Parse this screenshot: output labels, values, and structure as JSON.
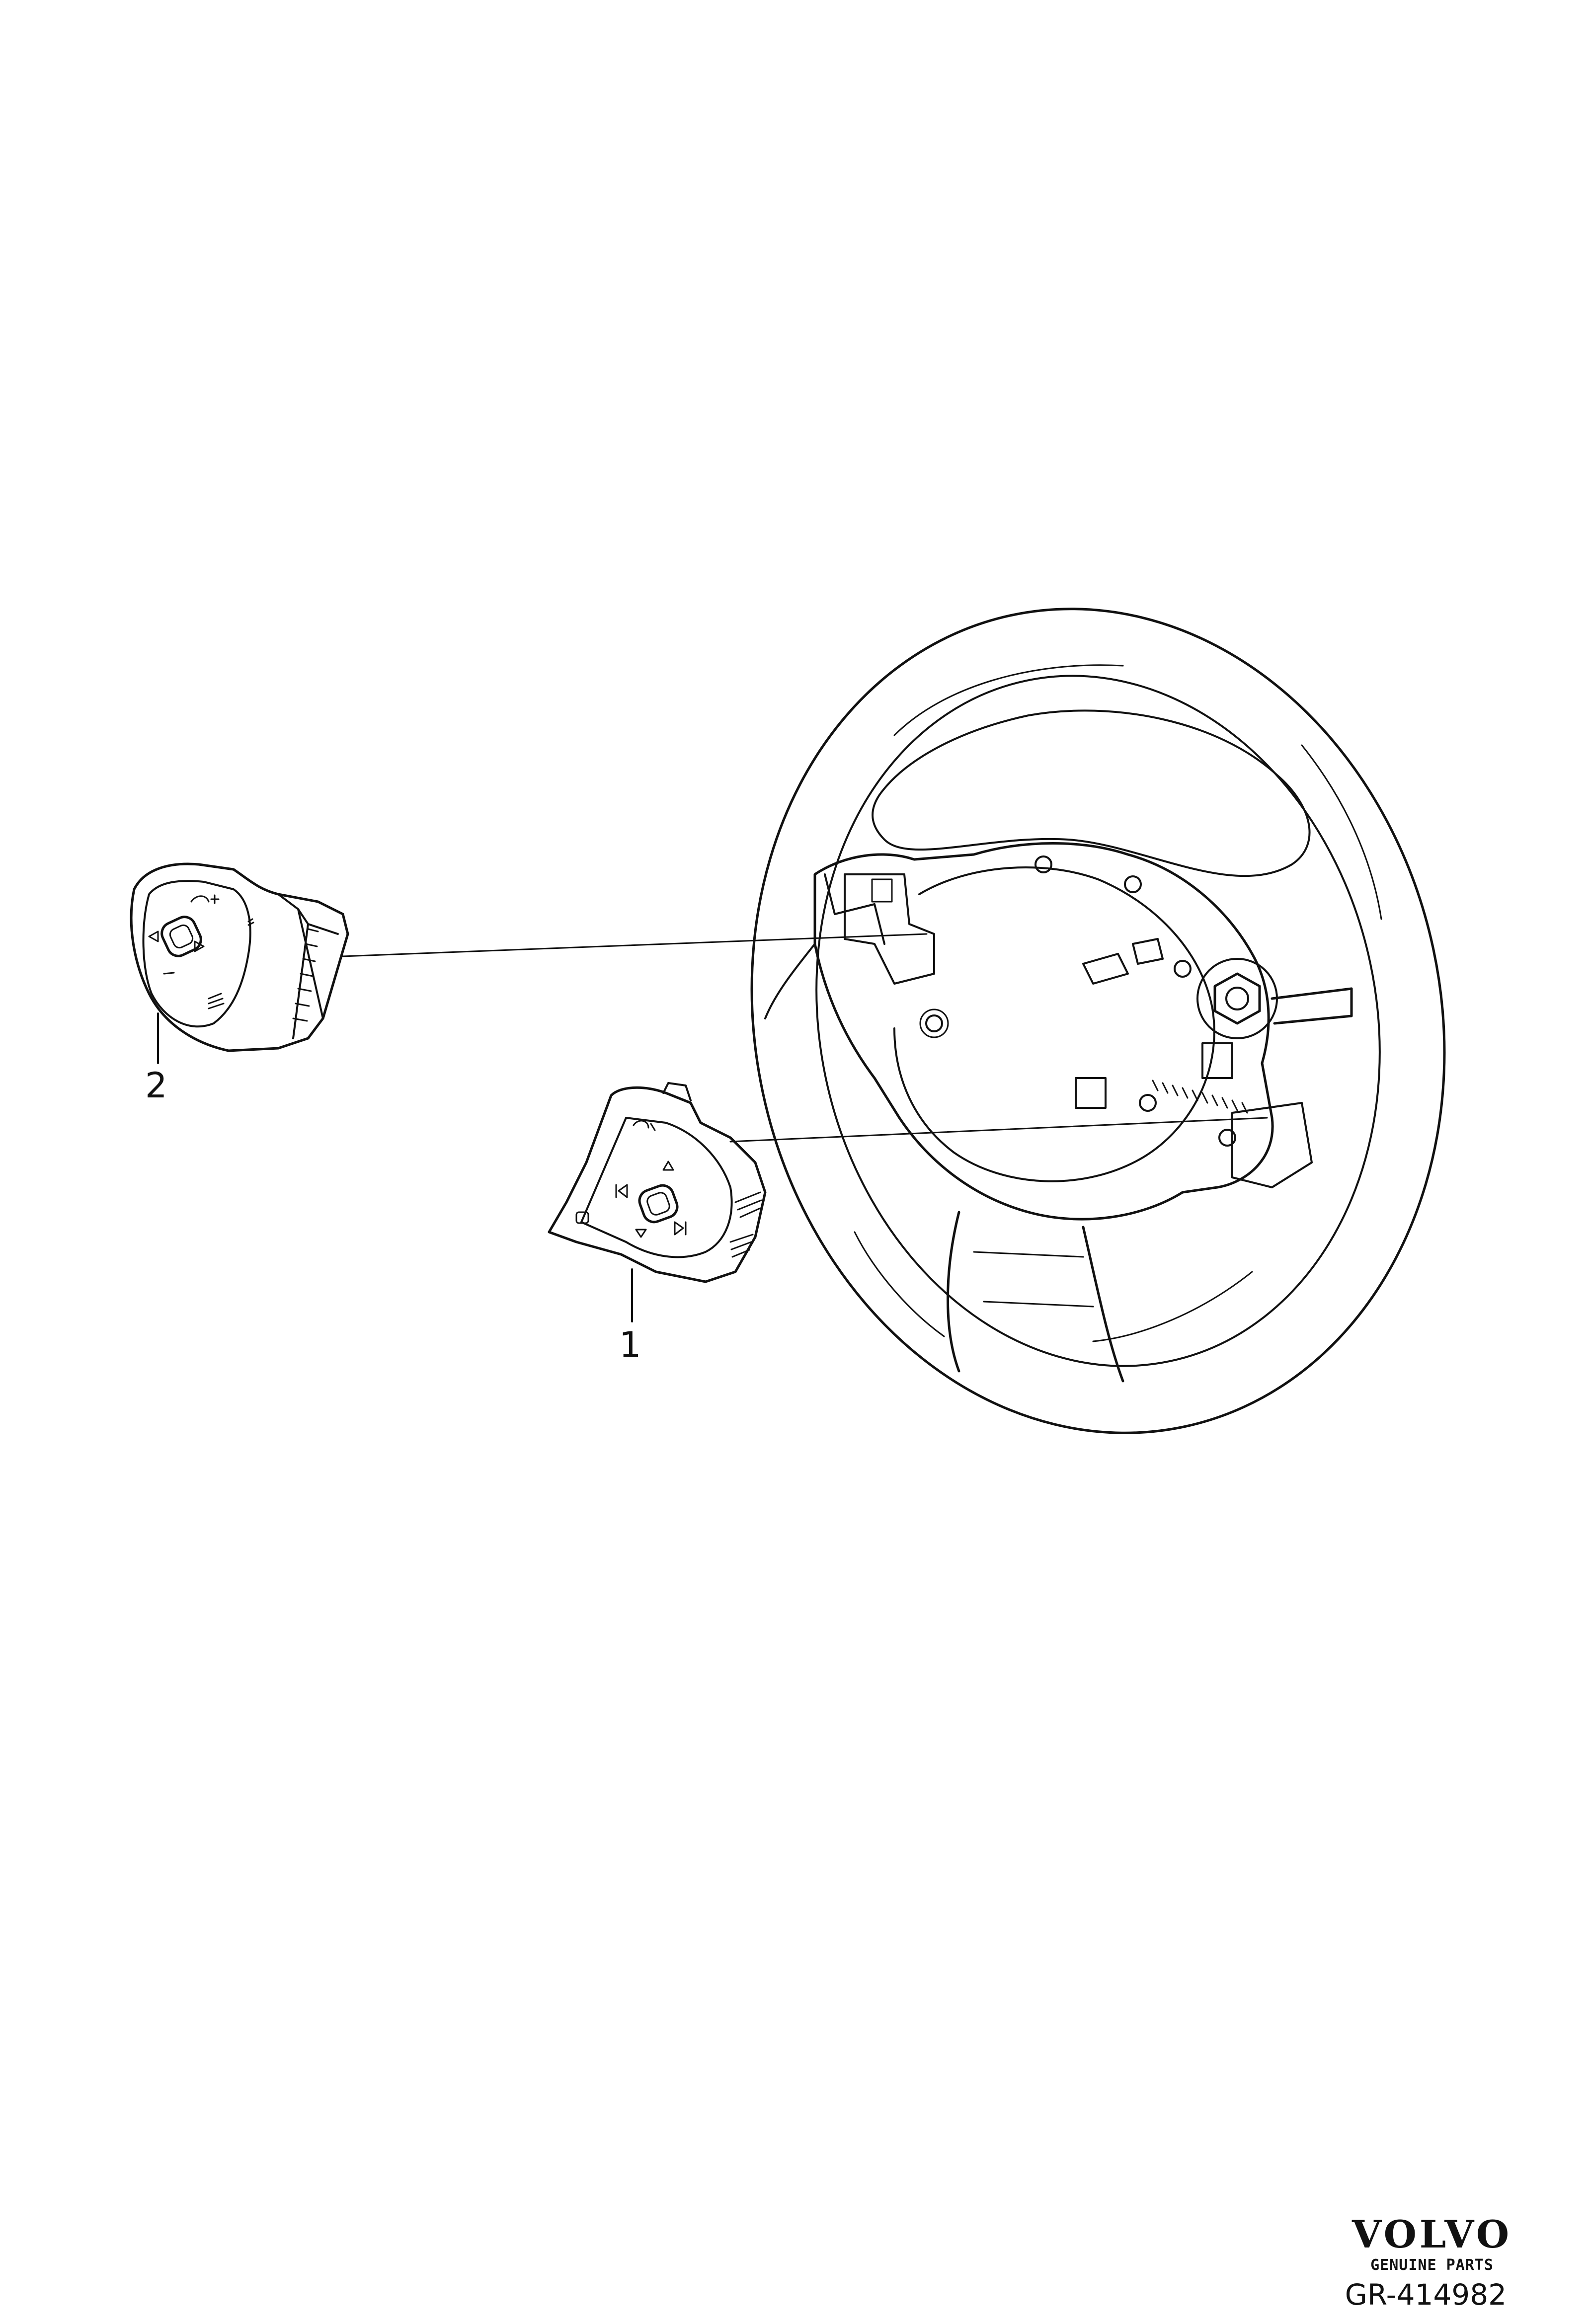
{
  "callouts": {
    "part_1": "1",
    "part_2": "2"
  },
  "brand": {
    "logo_text": "VOLVO",
    "subtitle": "GENUINE PARTS"
  },
  "drawing_id": "GR-414982",
  "colors": {
    "line": "#111111",
    "background": "#ffffff"
  }
}
